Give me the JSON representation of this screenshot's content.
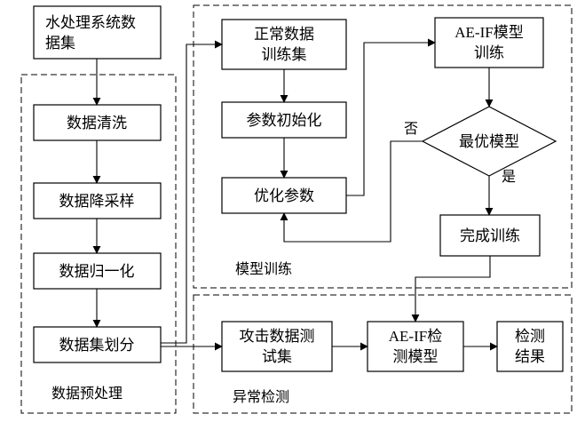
{
  "groups": {
    "preprocess": "数据预处理",
    "training": "模型训练",
    "detection": "异常检测"
  },
  "nodes": {
    "dataset": [
      "水处理系统数",
      "据集"
    ],
    "cleaning": "数据清洗",
    "downsampling": "数据降采样",
    "normalization": "数据归一化",
    "split": "数据集划分",
    "normal_train": [
      "正常数据",
      "训练集"
    ],
    "param_init": "参数初始化",
    "optimize": "优化参数",
    "aeif_train": [
      "AE-IF模型",
      "训练"
    ],
    "best_model": "最优模型",
    "finish_train": "完成训练",
    "attack_test": [
      "攻击数据测",
      "试集"
    ],
    "aeif_detect": [
      "AE-IF检",
      "测模型"
    ],
    "result": [
      "检测",
      "结果"
    ]
  },
  "decision": {
    "no": "否",
    "yes": "是"
  }
}
